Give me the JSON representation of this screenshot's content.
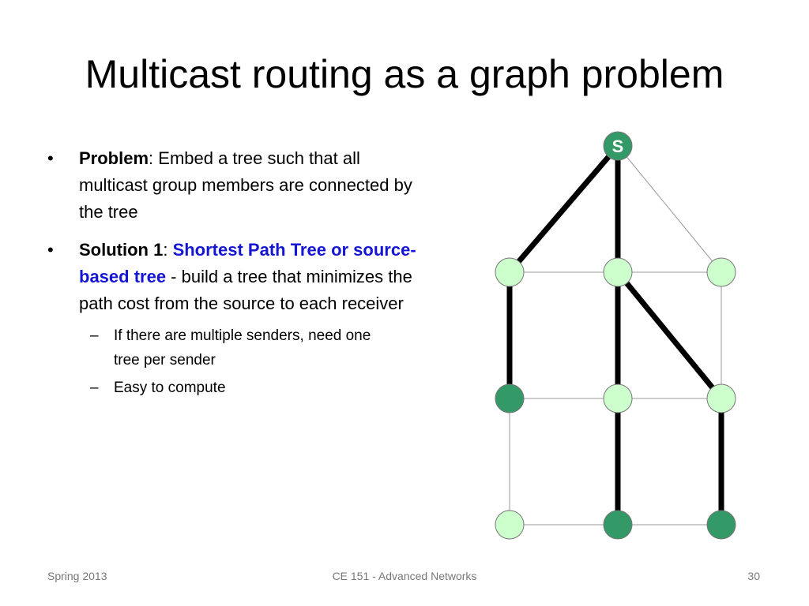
{
  "title": "Multicast routing as a graph problem",
  "bullets": [
    {
      "label": "Problem",
      "separator": ":",
      "text": " Embed a tree such that all multicast group members are connected by the tree"
    },
    {
      "label": "Solution 1",
      "separator": ":",
      "highlight": " Shortest Path Tree or source-based tree",
      "text": " - build a tree that minimizes the path cost from the source to each receiver"
    }
  ],
  "sub_bullets": [
    "If there are multiple senders, need one tree per sender",
    "Easy to compute"
  ],
  "bullet_symbol": "•",
  "sub_bullet_symbol": "–",
  "diagram": {
    "source_label": "S",
    "colors": {
      "node_light": "#ccffcc",
      "node_dark": "#339966",
      "tree_edge": "#000000",
      "graph_edge": "#999999",
      "highlight_text": "#1515d4"
    }
  },
  "footer": {
    "left": "Spring 2013",
    "center": "CE 151 - Advanced Networks",
    "right": "30"
  }
}
